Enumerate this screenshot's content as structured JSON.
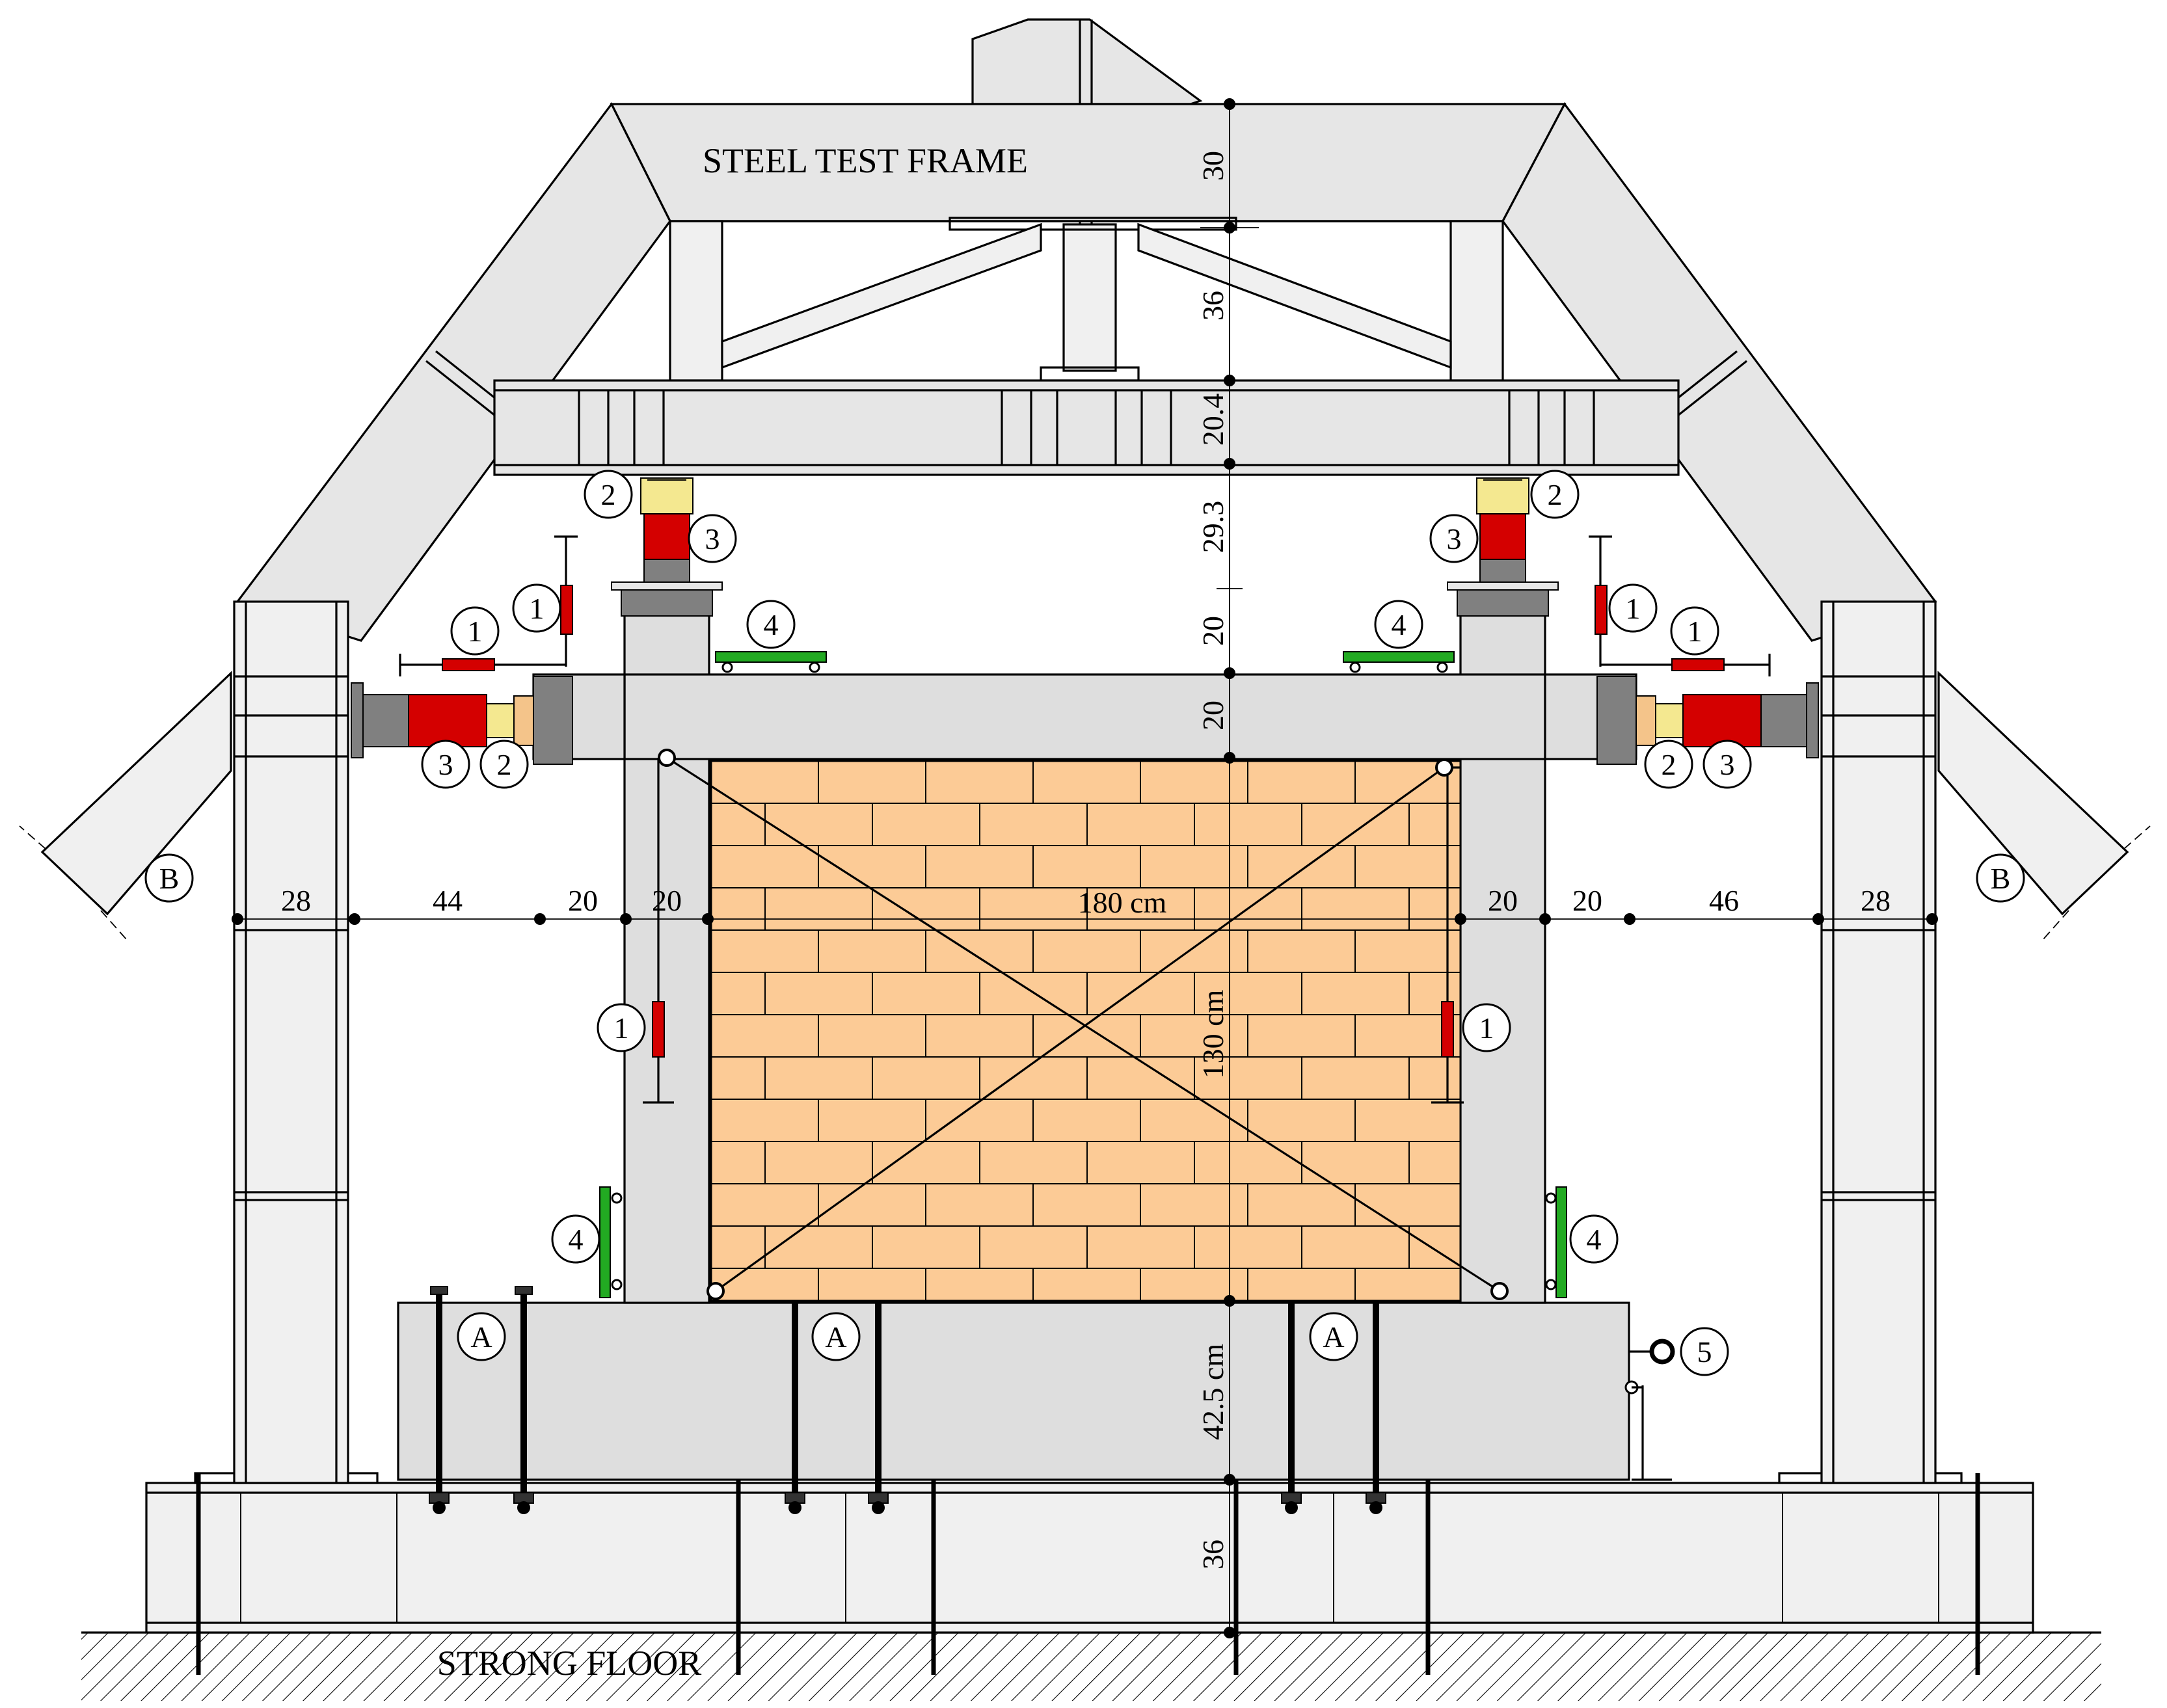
{
  "labels": {
    "frame_title": "STEEL TEST FRAME",
    "floor_title": "STRONG FLOOR"
  },
  "markers": {
    "A": "A",
    "B": "B",
    "n1": "1",
    "n2": "2",
    "n3": "3",
    "n4": "4",
    "n5": "5"
  },
  "dimensions": {
    "horizontal": [
      "28",
      "44",
      "20",
      "20",
      "180 cm",
      "20",
      "20",
      "46",
      "28"
    ],
    "vertical": [
      "30",
      "36",
      "20.4",
      "29.3",
      "20",
      "20",
      "130 cm",
      "42.5 cm",
      "36"
    ]
  },
  "colors": {
    "brick_fill": "#fccb96",
    "steel_fill": "#e6e6e6",
    "concrete_fill": "#dedede",
    "actuator_red": "#d40000",
    "load_cell_yellow": "#f4e890",
    "hinge_orange": "#f4c48a",
    "transducer_green": "#22aa22",
    "plate_gray": "#808080"
  }
}
